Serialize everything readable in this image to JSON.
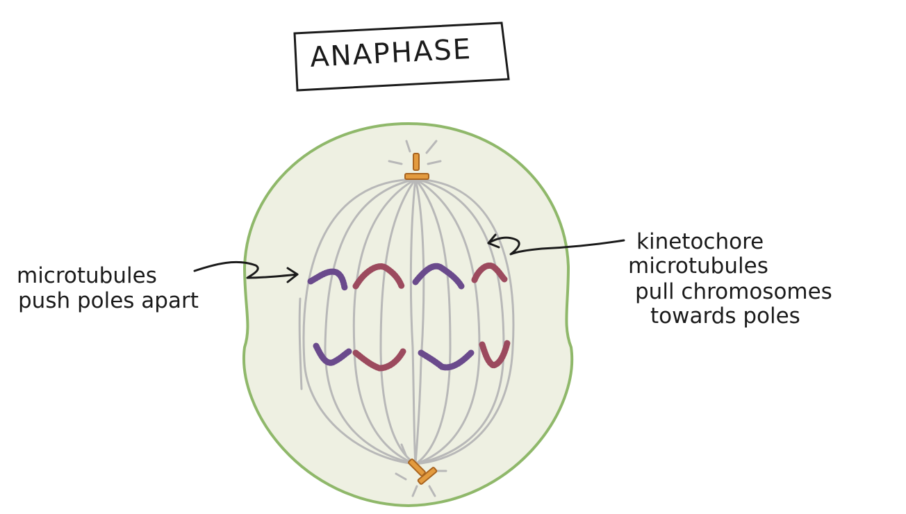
{
  "title": "ANAPHASE",
  "labels": {
    "left": [
      "microtubules",
      "push poles apart"
    ],
    "right": [
      "kinetochore",
      "microtubules",
      "pull chromosomes",
      "towards poles"
    ]
  },
  "colors": {
    "cell_fill": "#eef0e2",
    "cell_outline": "#8fb86a",
    "spindle": "#b8b8b8",
    "centrosome": "#e39b3f",
    "chromatid_purple": "#6a4a8c",
    "chromatid_maroon": "#9c4a5e",
    "ink": "#1a1a1a"
  }
}
